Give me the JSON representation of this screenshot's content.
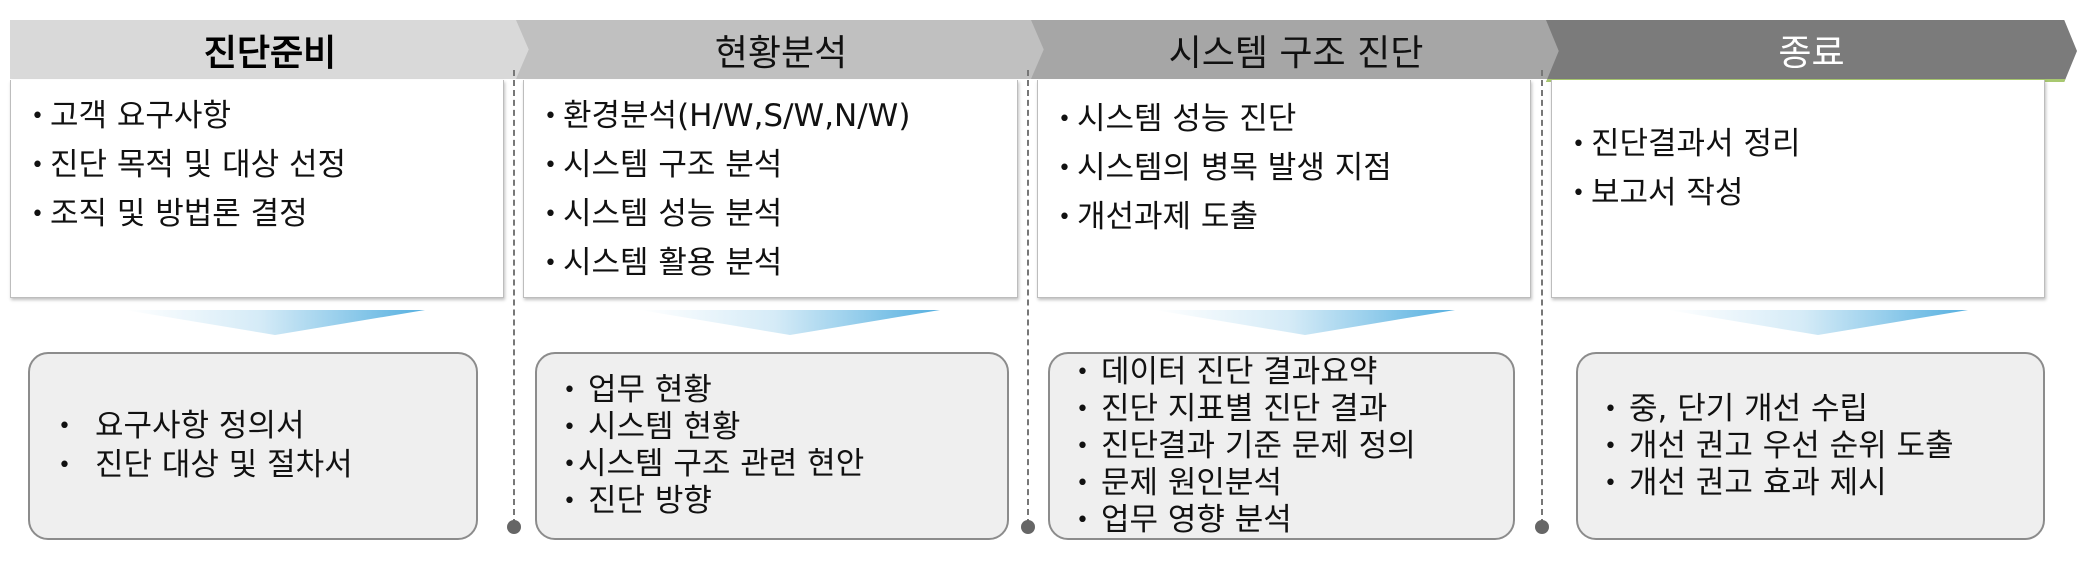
{
  "stages": [
    {
      "title": "진단준비",
      "activities": [
        "고객 요구사항",
        "진단 목적 및 대상 선정",
        "조직 및 방법론  결정"
      ],
      "outputs": [
        "요구사항 정의서",
        "진단 대상 및  절차서"
      ]
    },
    {
      "title": "현황분석",
      "activities": [
        "환경분석(H/W,S/W,N/W)",
        "시스템 구조 분석",
        "시스템 성능 분석",
        "시스템 활용 분석"
      ],
      "outputs": [
        "업무 현황",
        "시스템 현황",
        "시스템 구조 관련 현안",
        "진단 방향"
      ]
    },
    {
      "title": "시스템 구조 진단",
      "activities": [
        "시스템 성능 진단",
        "시스템의 병목 발생 지점",
        "개선과제 도출"
      ],
      "outputs": [
        "데이터 진단 결과요약",
        "진단 지표별 진단 결과",
        "진단결과 기준 문제 정의",
        "문제 원인분석",
        "업무 영향 분석"
      ]
    },
    {
      "title": "종료",
      "activities": [
        "진단결과서 정리",
        "보고서 작성"
      ],
      "outputs": [
        "중, 단기 개선 수립",
        "개선 권고 우선 순위 도출",
        "개선 권고 효과 제시"
      ]
    }
  ],
  "colors": {
    "stage1": "#d9d9d9",
    "stage2": "#c0c0c0",
    "stage3": "#a6a6a6",
    "stage4": "#7b7b7b",
    "funnel_accent": "#56b0e0",
    "output_box_fill": "#efefef"
  }
}
